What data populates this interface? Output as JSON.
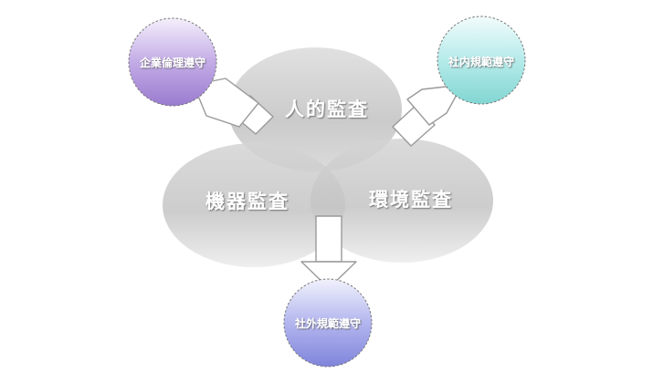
{
  "diagram": {
    "ellipses": {
      "human_audit": "人的監査",
      "equipment_audit": "機器監査",
      "environment_audit": "環境監査"
    },
    "outcomes": {
      "corporate_ethics": "企業倫理遵守",
      "internal_rules": "社内規範遵守",
      "external_rules": "社外規範遵守"
    },
    "colors": {
      "ellipse_gray": "#c8c8c8",
      "corporate_ethics": "#a487d4",
      "internal_rules": "#8fdad7",
      "external_rules": "#8e93e0"
    }
  }
}
